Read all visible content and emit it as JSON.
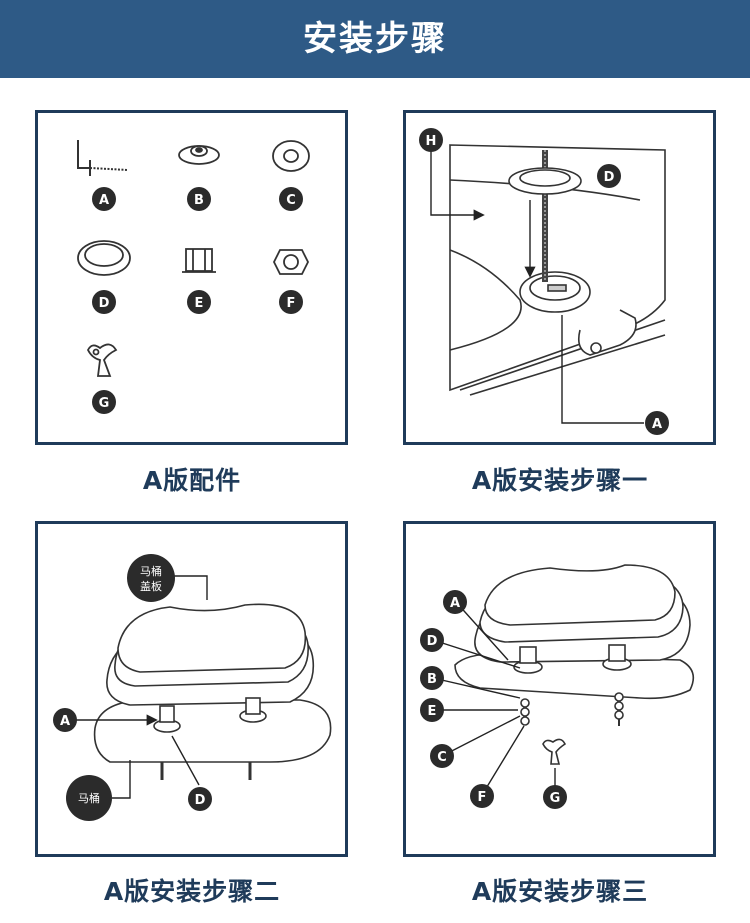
{
  "header": {
    "title": "安装步骤"
  },
  "colors": {
    "header_bg": "#2e5a86",
    "frame": "#1f3b5a",
    "badge": "#2b2b2b"
  },
  "panels": [
    {
      "caption": "A版配件",
      "parts": [
        "A",
        "B",
        "C",
        "D",
        "E",
        "F",
        "G"
      ]
    },
    {
      "caption": "A版安装步骤一",
      "labels": [
        "H",
        "D",
        "A"
      ]
    },
    {
      "caption": "A版安装步骤二",
      "labels": {
        "lid_line1": "马桶",
        "lid_line2": "盖板",
        "toilet": "马桶",
        "a": "A",
        "d": "D"
      }
    },
    {
      "caption": "A版安装步骤三",
      "labels": [
        "A",
        "D",
        "B",
        "E",
        "C",
        "F",
        "G"
      ]
    }
  ]
}
